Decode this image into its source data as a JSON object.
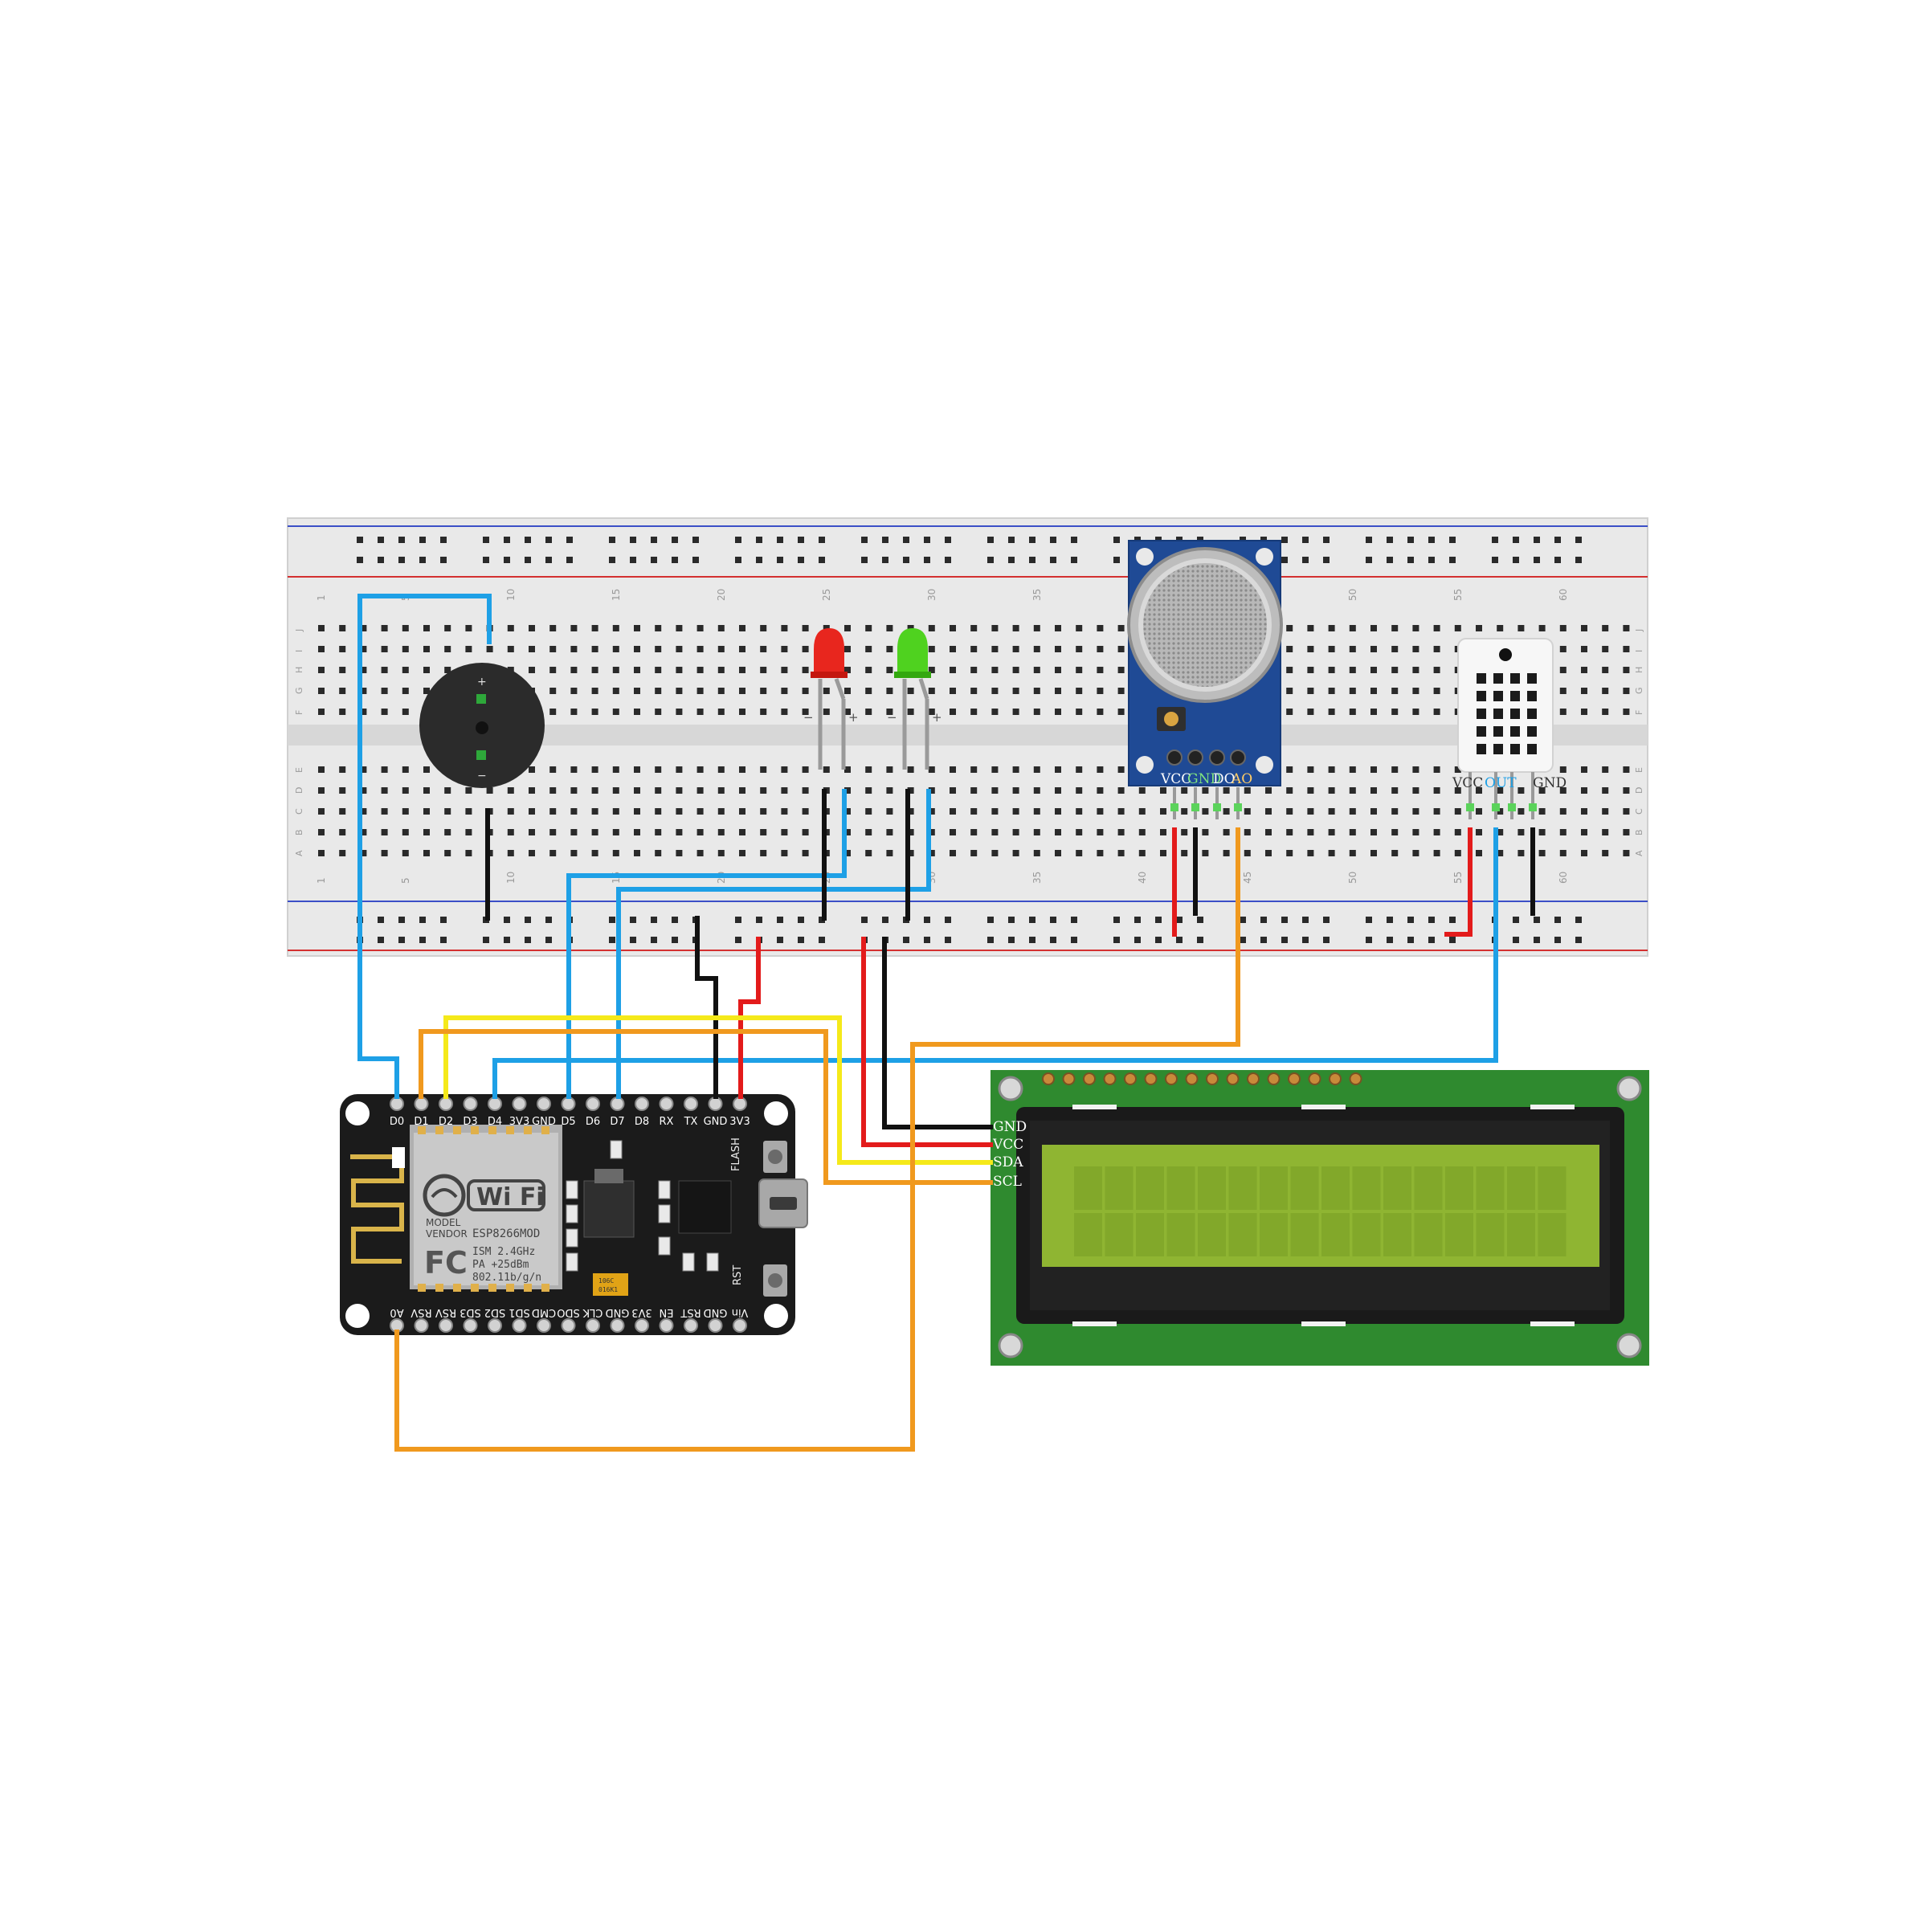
{
  "breadboard": {
    "column_numbers": [
      "1",
      "5",
      "10",
      "15",
      "20",
      "25",
      "30",
      "35",
      "40",
      "45",
      "50",
      "55",
      "60"
    ],
    "row_letters_top": [
      "J",
      "I",
      "H",
      "G",
      "F"
    ],
    "row_letters_bottom": [
      "E",
      "D",
      "C",
      "B",
      "A"
    ]
  },
  "buzzer": {
    "plus": "+",
    "minus": "−"
  },
  "leds": [
    {
      "color_name": "red",
      "color": "#e8261e",
      "minus": "−",
      "plus": "+"
    },
    {
      "color_name": "green",
      "color": "#4fd21f",
      "minus": "−",
      "plus": "+"
    }
  ],
  "gas_sensor": {
    "pins": [
      "VCC",
      "GND",
      "DO",
      "AO"
    ]
  },
  "dht_sensor": {
    "pins": [
      "VCC",
      "OUT",
      "GND"
    ]
  },
  "nodemcu": {
    "top_pins": [
      "D0",
      "D1",
      "D2",
      "D3",
      "D4",
      "3V3",
      "GND",
      "D5",
      "D6",
      "D7",
      "D8",
      "RX",
      "TX",
      "GND",
      "3V3"
    ],
    "bottom_pins": [
      "A0",
      "RSV",
      "RSV",
      "SD3",
      "SD2",
      "SD1",
      "CMD",
      "SDO",
      "CLK",
      "GND",
      "3V3",
      "EN",
      "RST",
      "GND",
      "Vin"
    ],
    "wifi_logo": "Wi Fi",
    "model_label": "MODEL",
    "vendor_label": "VENDOR",
    "module_name": "ESP8266MOD",
    "spec_lines": [
      "ISM 2.4GHz",
      "PA  +25dBm",
      "802.11b/g/n"
    ],
    "fc_mark": "FC",
    "flash_label": "FLASH",
    "rst_label": "RST",
    "cap_label": "106C\n016K1"
  },
  "lcd": {
    "pins": [
      "GND",
      "VCC",
      "SDA",
      "SCL"
    ],
    "screen_color": "#8fb532",
    "pcb_color": "#2f8a2f"
  },
  "wire_colors": {
    "blue": "#1ea0e6",
    "black": "#111111",
    "red": "#e31b1b",
    "yellow": "#f5e91a",
    "orange": "#f0991e"
  }
}
